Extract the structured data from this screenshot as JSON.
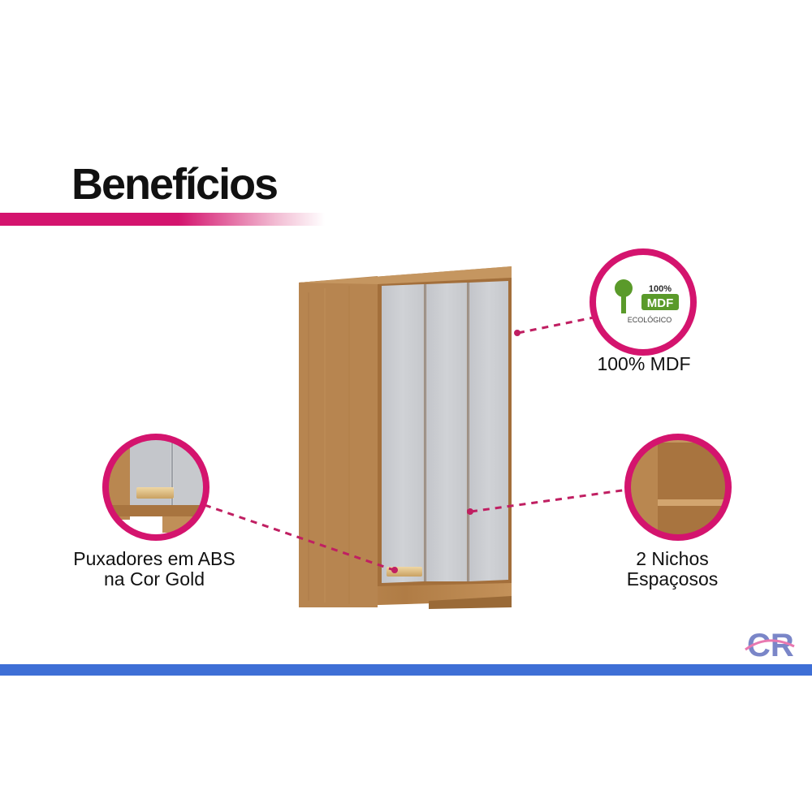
{
  "title": "Benefícios",
  "features": {
    "mdf": {
      "badge_top": "100%",
      "badge_main": "MDF",
      "badge_bottom": "ECOLÓGICO",
      "label": "100% MDF"
    },
    "handles": {
      "label_line1": "Puxadores em ABS",
      "label_line2": "na Cor Gold"
    },
    "niches": {
      "label_line1": "2 Nichos",
      "label_line2": "Espaçosos"
    }
  },
  "logo": {
    "text": "CR"
  },
  "colors": {
    "accent": "#d4146e",
    "bottom_bar": "#3e6fd6",
    "wood": "#b8864f",
    "door": "#c9cbd0",
    "handle": "#d9b878",
    "badge_green": "#5a9a2a"
  }
}
